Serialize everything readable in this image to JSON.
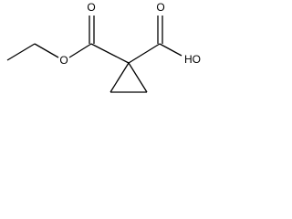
{
  "molecule": {
    "atoms": {
      "ester_carbonyl_o": "O",
      "ester_ether_o": "O",
      "acid_carbonyl_o": "O",
      "acid_hydroxyl": "HO"
    }
  }
}
